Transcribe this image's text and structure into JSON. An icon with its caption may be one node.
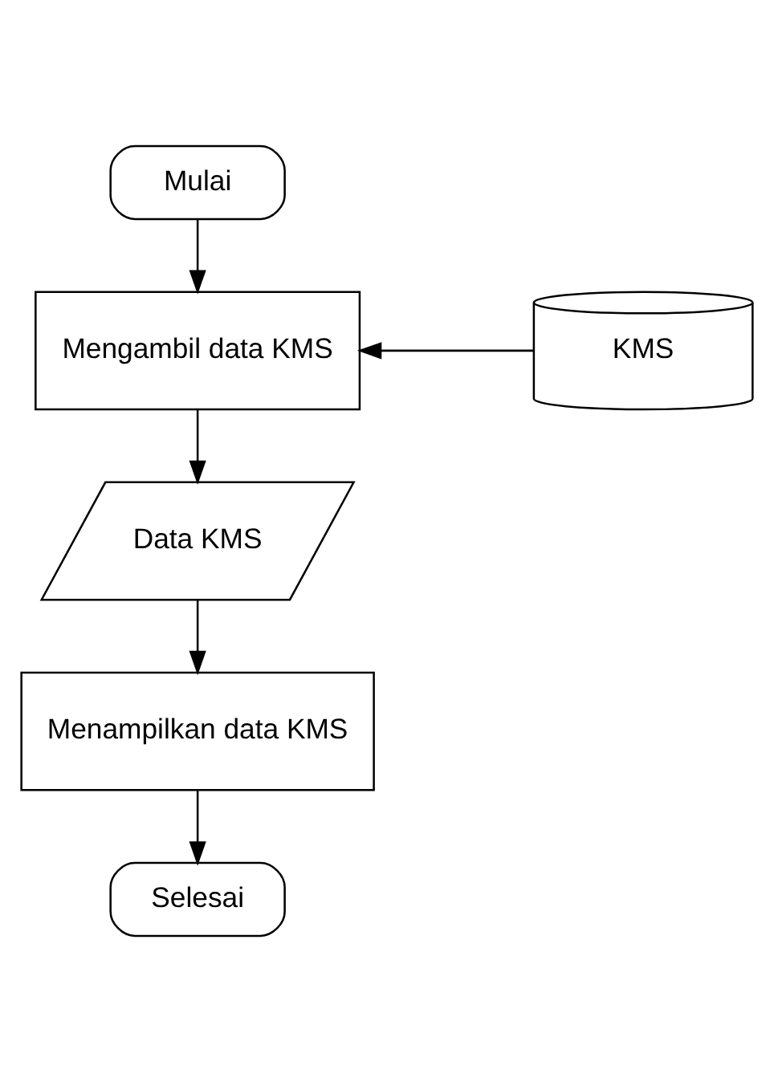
{
  "diagram": {
    "nodes": [
      {
        "text": [
          "Mulai"
        ]
      },
      {
        "text": [
          "Mengambil data KMS"
        ]
      },
      {
        "text": [
          "KMS"
        ]
      },
      {
        "text": [
          "Data KMS"
        ]
      },
      {
        "text": [
          "Menampilkan data KMS"
        ]
      },
      {
        "text": [
          "Selesai"
        ]
      }
    ],
    "edges": [
      {
        "from": 0,
        "to": 1,
        "arrow": "to"
      },
      {
        "from": 2,
        "to": 1,
        "arrow": "to"
      },
      {
        "from": 1,
        "to": 3,
        "arrow": "to"
      },
      {
        "from": 3,
        "to": 4,
        "arrow": "to"
      },
      {
        "from": 4,
        "to": 5,
        "arrow": "to"
      }
    ]
  }
}
